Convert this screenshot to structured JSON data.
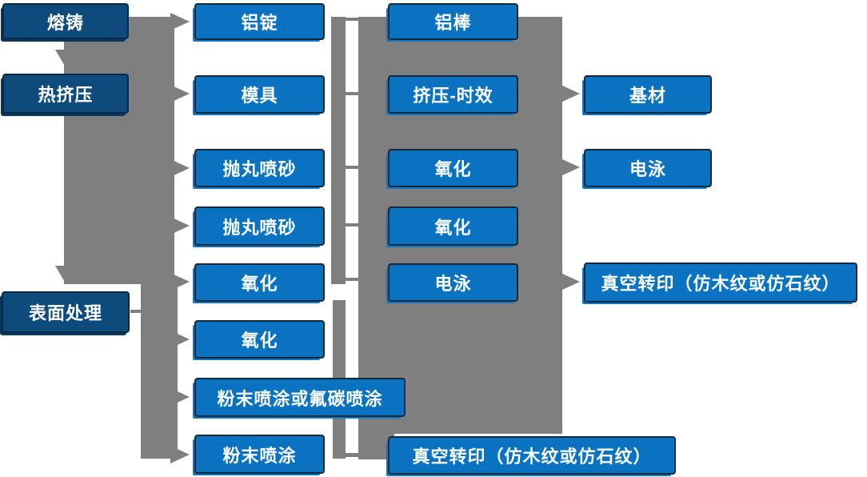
{
  "diagram": {
    "description": "Process flow diagram with stage boxes and connector bands",
    "colors": {
      "node_blue": "#0973C2",
      "node_navy": "#0E4B7D",
      "connector_gray": "#7F7F7F",
      "node_text": "#FFFFFF",
      "background": "#FFFFFF"
    },
    "columns": [
      {
        "name": "stages",
        "nodes": [
          "熔铸",
          "热挤压",
          "表面处理"
        ]
      },
      {
        "name": "step2",
        "nodes": [
          "铝锭",
          "模具",
          "抛丸喷砂",
          "抛丸喷砂",
          "氧化",
          "氧化",
          "粉末喷涂或氟碳喷涂",
          "粉末喷涂"
        ]
      },
      {
        "name": "step3",
        "nodes": [
          "铝棒",
          "挤压-时效",
          "氧化",
          "氧化",
          "电泳",
          "真空转印（仿木纹或仿石纹）"
        ]
      },
      {
        "name": "step4",
        "nodes": [
          "基材",
          "电泳",
          "真空转印（仿木纹或仿石纹）"
        ]
      }
    ]
  }
}
